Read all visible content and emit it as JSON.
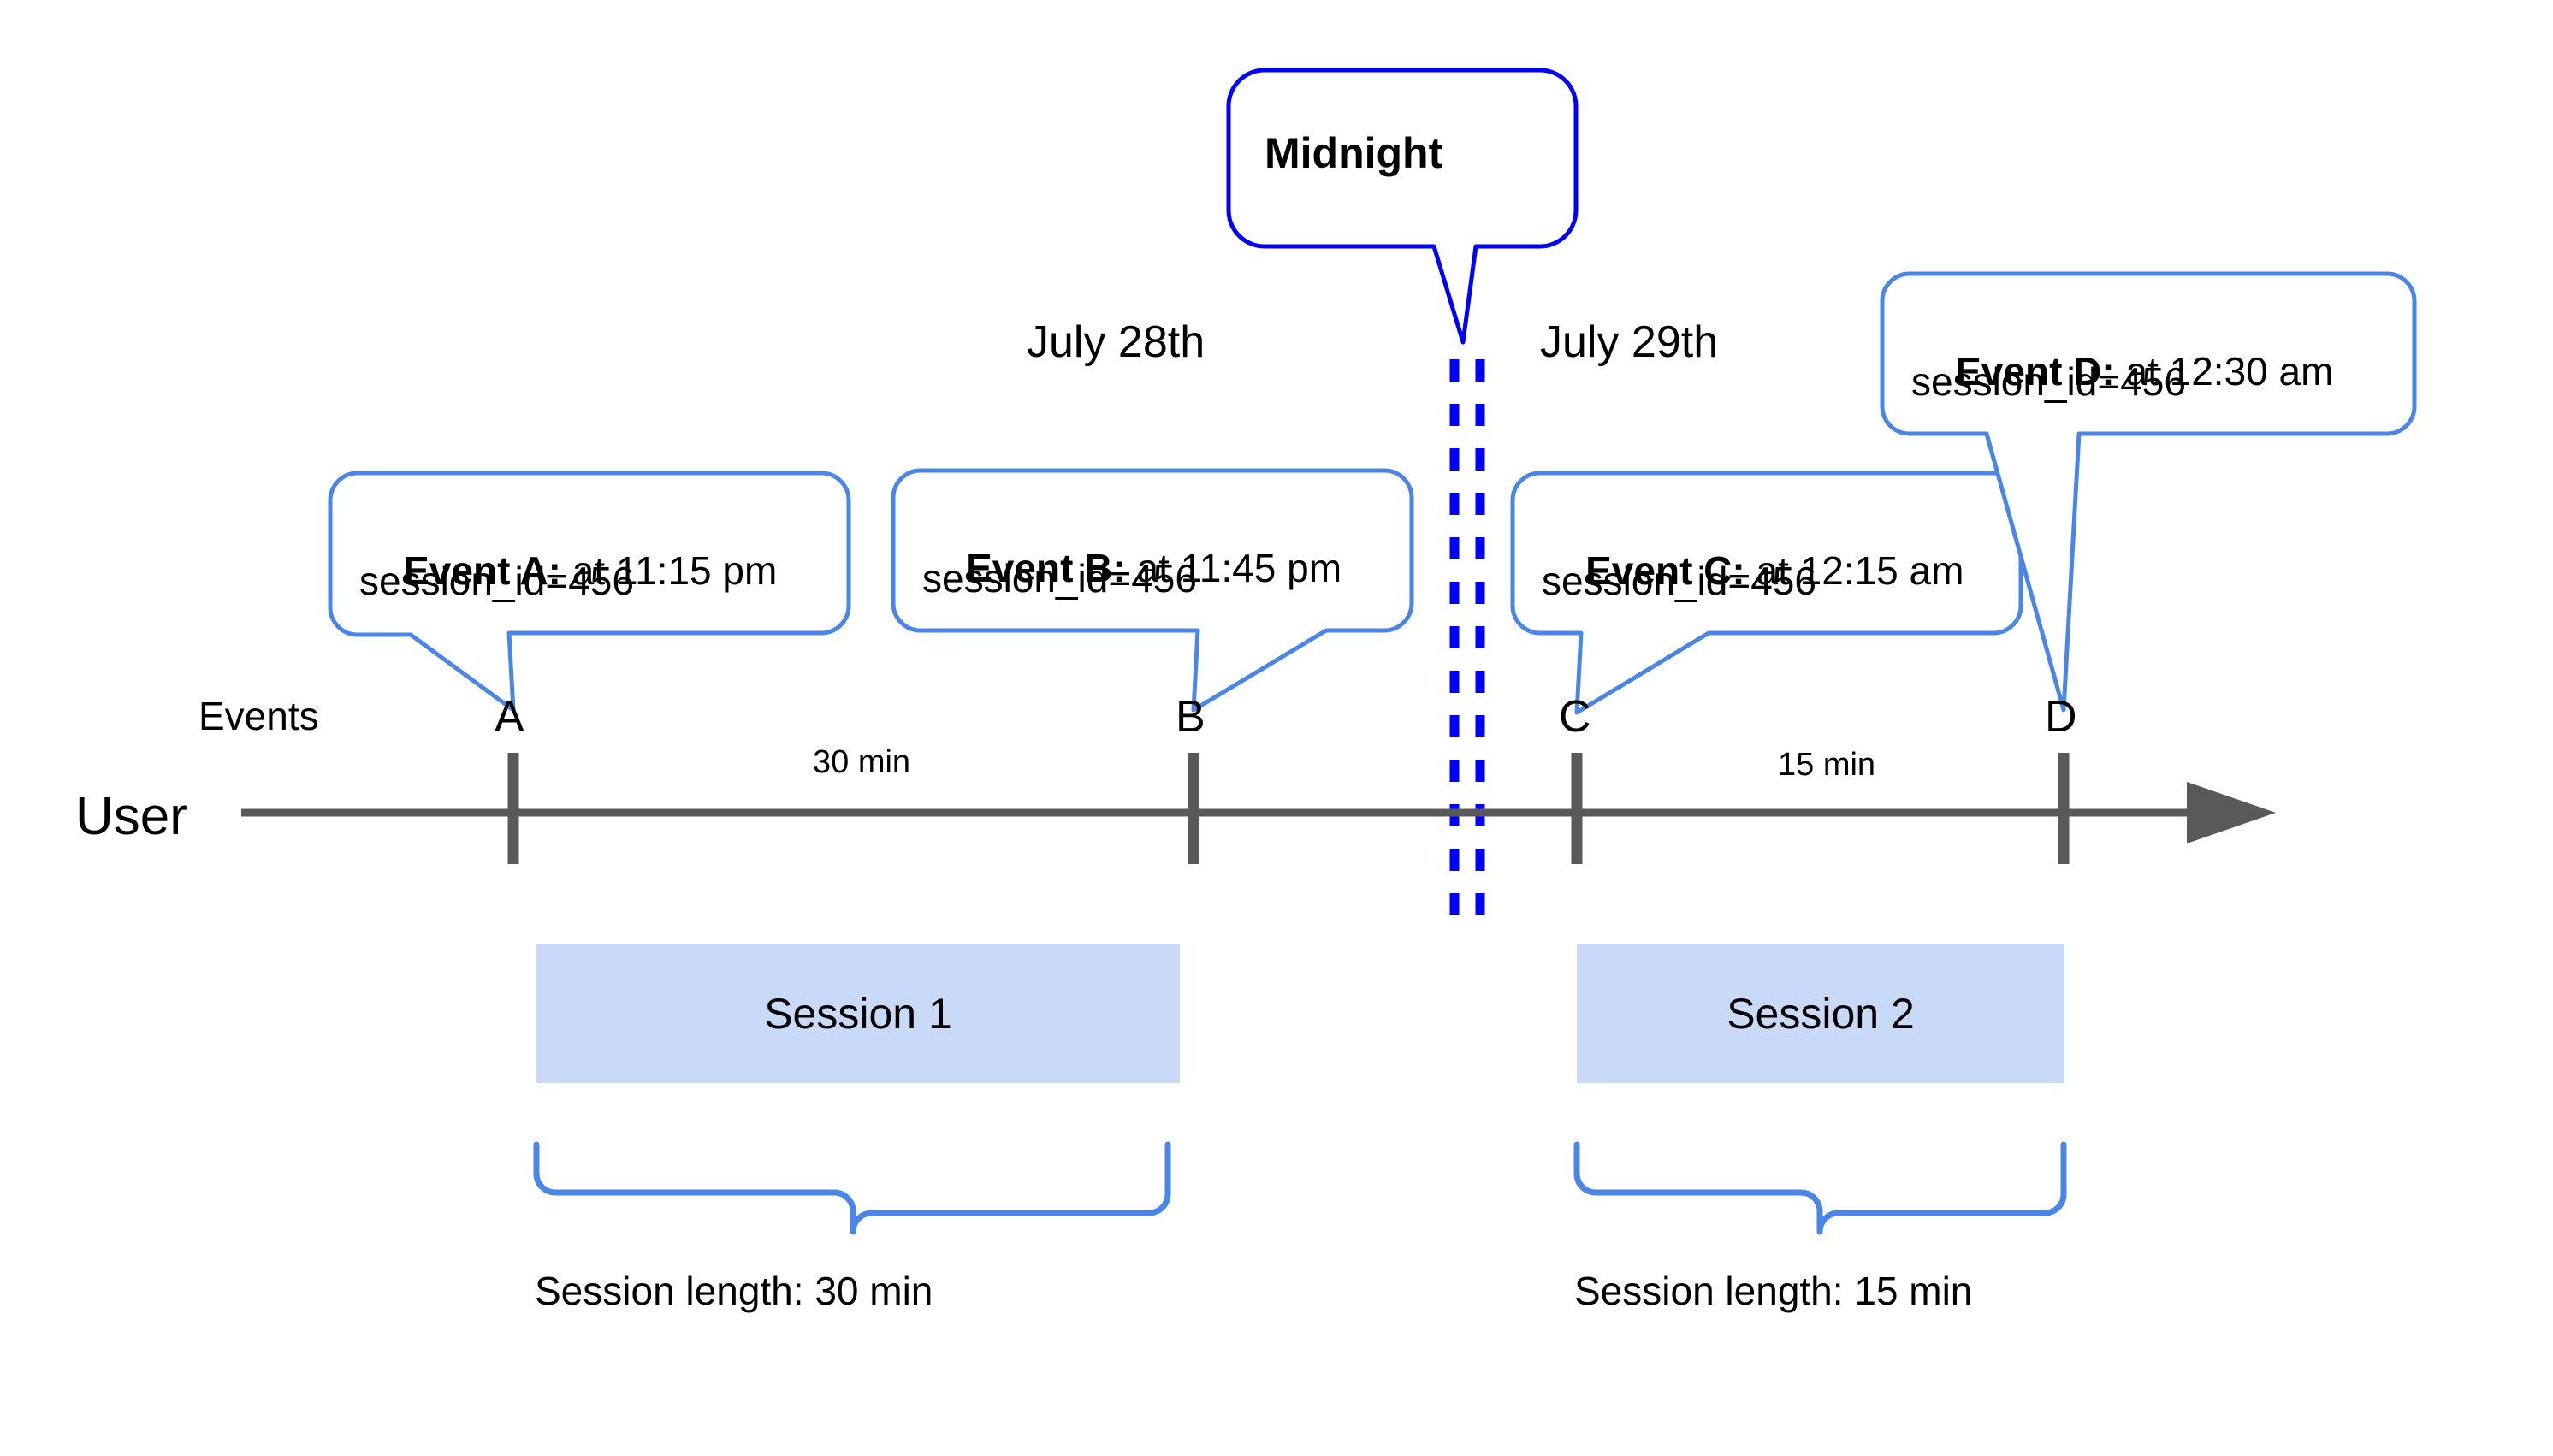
{
  "diagram": {
    "title_annotation": "Midnight",
    "day_labels": [
      {
        "text": "July 28th"
      },
      {
        "text": "July 29th"
      }
    ],
    "row_labels": {
      "events": "Events",
      "user": "User"
    },
    "events": [
      {
        "marker": "A",
        "label": "Event A:",
        "detail": " at 11:15 pm",
        "session_id": "session_id=456"
      },
      {
        "marker": "B",
        "label": "Event B:",
        "detail": " at 11:45 pm",
        "session_id": "session_id=456"
      },
      {
        "marker": "C",
        "label": "Event C:",
        "detail": " at 12:15 am",
        "session_id": "session_id=456"
      },
      {
        "marker": "D",
        "label": "Event D:",
        "detail": " at 12:30 am",
        "session_id": "session_id=456"
      }
    ],
    "intervals": [
      {
        "text": "30 min"
      },
      {
        "text": "15 min"
      }
    ],
    "sessions": [
      {
        "name": "Session 1",
        "length_text": "Session length: 30 min"
      },
      {
        "name": "Session 2",
        "length_text": "Session length: 15 min"
      }
    ],
    "colors": {
      "midnight_border": "#0000ff",
      "midnight_dash": "#0000ff",
      "callout_border": "#4a86e8",
      "brace": "#4a86e8",
      "session_fill": "#c9daf8",
      "axis": "#595959",
      "text": "#000000",
      "background": "#ffffff"
    }
  }
}
